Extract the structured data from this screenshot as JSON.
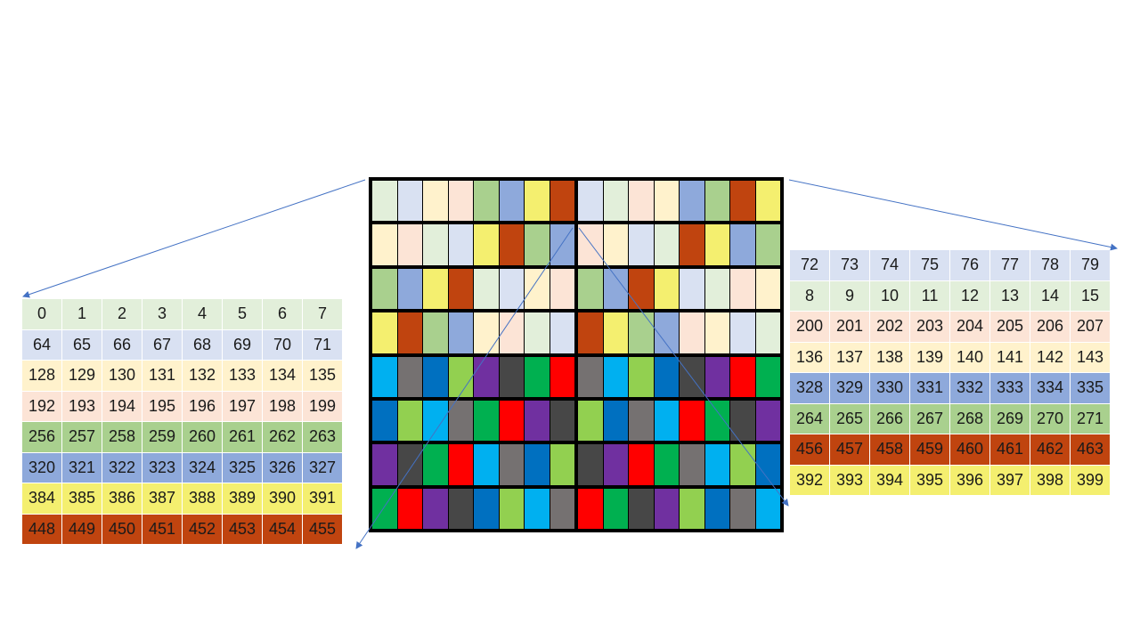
{
  "colors": {
    "green_light": "#E2EFDA",
    "blue_light": "#D9E1F2",
    "yellow_light": "#FFF2CC",
    "peach_light": "#FCE4D6",
    "green_mid": "#A9D08E",
    "blue_mid": "#8EA9DB",
    "yellow": "#F4EF6F",
    "rust": "#C0440F",
    "sky": "#00B0F0",
    "gray": "#757171",
    "blue_dark": "#0070C0",
    "lime": "#92D050",
    "purple": "#7030A0",
    "charcoal": "#474747",
    "green": "#00B050",
    "red": "#FF0000",
    "connector": "#4472C4"
  },
  "left_table": {
    "rows": [
      {
        "color": "green_light",
        "values": [
          "0",
          "1",
          "2",
          "3",
          "4",
          "5",
          "6",
          "7"
        ]
      },
      {
        "color": "blue_light",
        "values": [
          "64",
          "65",
          "66",
          "67",
          "68",
          "69",
          "70",
          "71"
        ]
      },
      {
        "color": "yellow_light",
        "values": [
          "128",
          "129",
          "130",
          "131",
          "132",
          "133",
          "134",
          "135"
        ]
      },
      {
        "color": "peach_light",
        "values": [
          "192",
          "193",
          "194",
          "195",
          "196",
          "197",
          "198",
          "199"
        ]
      },
      {
        "color": "green_mid",
        "values": [
          "256",
          "257",
          "258",
          "259",
          "260",
          "261",
          "262",
          "263"
        ]
      },
      {
        "color": "blue_mid",
        "values": [
          "320",
          "321",
          "322",
          "323",
          "324",
          "325",
          "326",
          "327"
        ]
      },
      {
        "color": "yellow",
        "values": [
          "384",
          "385",
          "386",
          "387",
          "388",
          "389",
          "390",
          "391"
        ]
      },
      {
        "color": "rust",
        "values": [
          "448",
          "449",
          "450",
          "451",
          "452",
          "453",
          "454",
          "455"
        ]
      }
    ]
  },
  "right_table": {
    "rows": [
      {
        "color": "blue_light",
        "values": [
          "72",
          "73",
          "74",
          "75",
          "76",
          "77",
          "78",
          "79"
        ]
      },
      {
        "color": "green_light",
        "values": [
          "8",
          "9",
          "10",
          "11",
          "12",
          "13",
          "14",
          "15"
        ]
      },
      {
        "color": "peach_light",
        "values": [
          "200",
          "201",
          "202",
          "203",
          "204",
          "205",
          "206",
          "207"
        ]
      },
      {
        "color": "yellow_light",
        "values": [
          "136",
          "137",
          "138",
          "139",
          "140",
          "141",
          "142",
          "143"
        ]
      },
      {
        "color": "blue_mid",
        "values": [
          "328",
          "329",
          "330",
          "331",
          "332",
          "333",
          "334",
          "335"
        ]
      },
      {
        "color": "green_mid",
        "values": [
          "264",
          "265",
          "266",
          "267",
          "268",
          "269",
          "270",
          "271"
        ]
      },
      {
        "color": "rust",
        "values": [
          "456",
          "457",
          "458",
          "459",
          "460",
          "461",
          "462",
          "463"
        ]
      },
      {
        "color": "yellow",
        "values": [
          "392",
          "393",
          "394",
          "395",
          "396",
          "397",
          "398",
          "399"
        ]
      }
    ]
  },
  "grid": {
    "rows": [
      [
        "green_light",
        "blue_light",
        "yellow_light",
        "peach_light",
        "green_mid",
        "blue_mid",
        "yellow",
        "rust",
        "blue_light",
        "green_light",
        "peach_light",
        "yellow_light",
        "blue_mid",
        "green_mid",
        "rust",
        "yellow"
      ],
      [
        "yellow_light",
        "peach_light",
        "green_light",
        "blue_light",
        "yellow",
        "rust",
        "green_mid",
        "blue_mid",
        "peach_light",
        "yellow_light",
        "blue_light",
        "green_light",
        "rust",
        "yellow",
        "blue_mid",
        "green_mid"
      ],
      [
        "green_mid",
        "blue_mid",
        "yellow",
        "rust",
        "green_light",
        "blue_light",
        "yellow_light",
        "peach_light",
        "green_mid",
        "blue_mid",
        "rust",
        "yellow",
        "blue_light",
        "green_light",
        "peach_light",
        "yellow_light"
      ],
      [
        "yellow",
        "rust",
        "green_mid",
        "blue_mid",
        "yellow_light",
        "peach_light",
        "green_light",
        "blue_light",
        "rust",
        "yellow",
        "green_mid",
        "blue_mid",
        "peach_light",
        "yellow_light",
        "blue_light",
        "green_light"
      ],
      [
        "sky",
        "gray",
        "blue_dark",
        "lime",
        "purple",
        "charcoal",
        "green",
        "red",
        "gray",
        "sky",
        "lime",
        "blue_dark",
        "charcoal",
        "purple",
        "red",
        "green"
      ],
      [
        "blue_dark",
        "lime",
        "sky",
        "gray",
        "green",
        "red",
        "purple",
        "charcoal",
        "lime",
        "blue_dark",
        "gray",
        "sky",
        "red",
        "green",
        "charcoal",
        "purple"
      ],
      [
        "purple",
        "charcoal",
        "green",
        "red",
        "sky",
        "gray",
        "blue_dark",
        "lime",
        "charcoal",
        "purple",
        "red",
        "green",
        "gray",
        "sky",
        "lime",
        "blue_dark"
      ],
      [
        "green",
        "red",
        "purple",
        "charcoal",
        "blue_dark",
        "lime",
        "sky",
        "gray",
        "red",
        "green",
        "charcoal",
        "purple",
        "lime",
        "blue_dark",
        "gray",
        "sky"
      ]
    ]
  }
}
